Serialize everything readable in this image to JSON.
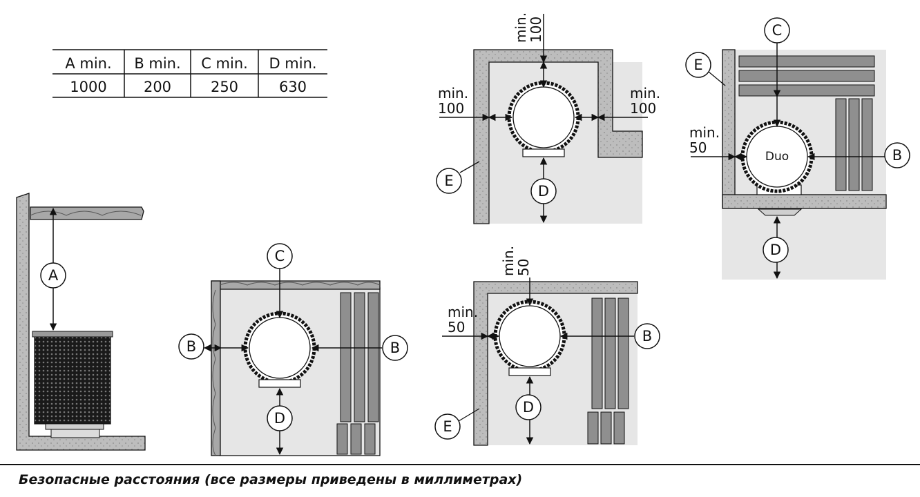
{
  "table": {
    "headers": [
      "A min.",
      "B min.",
      "C min.",
      "D min."
    ],
    "values": [
      "1000",
      "200",
      "250",
      "630"
    ]
  },
  "labels": {
    "A": "A",
    "B": "B",
    "C": "C",
    "D": "D",
    "E": "E",
    "min": "min.",
    "v100": "100",
    "v50": "50",
    "duo": "Duo"
  },
  "caption": "Безопасные расстояния (все размеры приведены в миллиметрах)",
  "colors": {
    "wall": "#b9b9b9",
    "floor": "#e6e6e6",
    "bench": "#8f8f8f",
    "ink": "#111111"
  }
}
